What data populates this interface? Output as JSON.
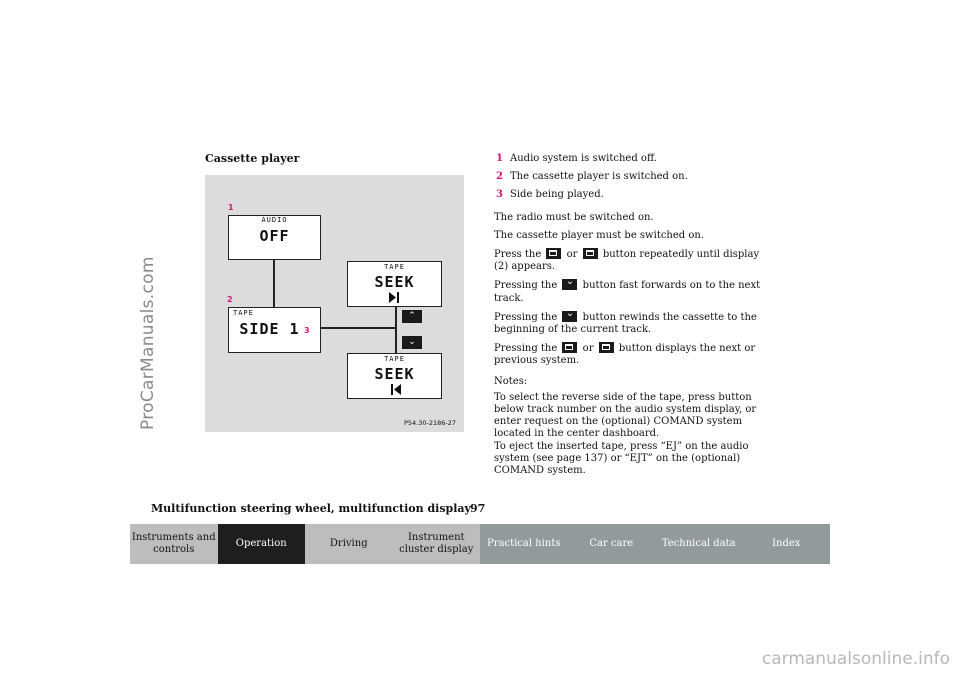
{
  "watermarks": {
    "side": "ProCarManuals.com",
    "bottom": "carmanualsonline.info"
  },
  "section_title": "Cassette player",
  "figure": {
    "callout_1": "1",
    "callout_2": "2",
    "callout_3": "3",
    "display_audio_label": "AUDIO",
    "display_audio_value": "OFF",
    "display_tape_label": "TAPE",
    "display_tape_value": "SIDE 1",
    "display_seek_up_label": "TAPE",
    "display_seek_up_value": "SEEK",
    "display_seek_down_label": "TAPE",
    "display_seek_down_value": "SEEK",
    "code": "P54.30-2186-27"
  },
  "legend": [
    {
      "num": "1",
      "text": "Audio system is switched off."
    },
    {
      "num": "2",
      "text": "The cassette player is switched on."
    },
    {
      "num": "3",
      "text": "Side being played."
    }
  ],
  "body": {
    "p1": "The radio must be switched on.",
    "p2": "The cassette player must be switched on.",
    "p3_a": "Press the",
    "p3_b": "or",
    "p3_c": "button repeatedly until display (2) appears.",
    "p4_a": "Pressing the",
    "p4_b": "button fast forwards on to the next track.",
    "p5_a": "Pressing the",
    "p5_b": "button rewinds the cassette to the beginning of the current track.",
    "p6_a": "Pressing the",
    "p6_b": "or",
    "p6_c": "button displays the next or previous system.",
    "notes_label": "Notes:",
    "notes_1": "To select the reverse side of the tape, press button below track number on the audio system display, or enter request on the (optional) COMAND system located in the center dashboard.",
    "notes_2": "To eject the inserted tape, press “EJ” on the audio system (see page 137) or “EJT” on the (optional) COMAND system."
  },
  "footer": {
    "title": "Multifunction steering wheel, multifunction display",
    "page": "97"
  },
  "nav": {
    "tabs": [
      {
        "label": "Instruments and controls",
        "bg": "#bdbdbd",
        "fg": "#111111"
      },
      {
        "label": "Operation",
        "bg": "#1e1e1e",
        "fg": "#ffffff"
      },
      {
        "label": "Driving",
        "bg": "#bdbdbd",
        "fg": "#111111"
      },
      {
        "label": "Instrument cluster display",
        "bg": "#bdbdbd",
        "fg": "#111111"
      },
      {
        "label": "Practical hints",
        "bg": "#929a9a",
        "fg": "#ffffff"
      },
      {
        "label": "Car care",
        "bg": "#929a9a",
        "fg": "#ffffff"
      },
      {
        "label": "Technical data",
        "bg": "#929a9a",
        "fg": "#ffffff"
      },
      {
        "label": "Index",
        "bg": "#929a9a",
        "fg": "#ffffff"
      }
    ]
  }
}
